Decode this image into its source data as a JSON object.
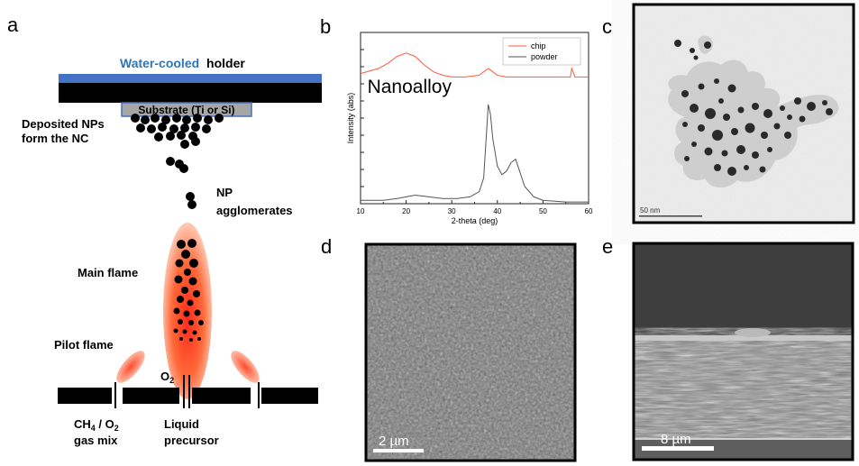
{
  "panels": {
    "a": "a",
    "b": "b",
    "c": "c",
    "d": "d",
    "e": "e"
  },
  "diagram": {
    "holder_prefix": "Water-cooled",
    "holder_suffix": "holder",
    "substrate": "Substrate (Ti or Si)",
    "deposited_line1": "Deposited NPs",
    "deposited_line2": "form the NC",
    "np_line1": "NP",
    "np_line2": "agglomerates",
    "main_flame": "Main flame",
    "pilot_flame": "Pilot flame",
    "o2_main": "O",
    "o2_sub": "2",
    "gas_ch": "CH",
    "gas_ch_sub": "4",
    "gas_mid": " / O",
    "gas_o_sub": "2",
    "gas_line2": "gas mix",
    "liquid_line1": "Liquid",
    "liquid_line2": "precursor",
    "colors": {
      "holder": "#4472c4",
      "holder_text": "#2e75b6",
      "flame_core": "#ff2a1a",
      "flame_edge": "#fde3d4"
    }
  },
  "chart_data": {
    "type": "line",
    "annotation": "Nanoalloy",
    "xlabel": "2-theta (deg)",
    "ylabel": "Intensity (abs)",
    "xlim": [
      10,
      60
    ],
    "xticks": [
      "10",
      "20",
      "30",
      "40",
      "50",
      "60"
    ],
    "legend_position": "top-right",
    "series": [
      {
        "name": "chip",
        "color": "#ff5a3c",
        "x": [
          10,
          14,
          16,
          18,
          20,
          22,
          24,
          26,
          28,
          30,
          33,
          36,
          37,
          38,
          39,
          40,
          42,
          45,
          50,
          55,
          56,
          56.3,
          57,
          60
        ],
        "y": [
          0.76,
          0.79,
          0.82,
          0.86,
          0.88,
          0.86,
          0.81,
          0.77,
          0.75,
          0.74,
          0.74,
          0.75,
          0.77,
          0.79,
          0.77,
          0.75,
          0.74,
          0.74,
          0.74,
          0.74,
          0.74,
          0.79,
          0.74,
          0.74
        ]
      },
      {
        "name": "powder",
        "color": "#555555",
        "x": [
          10,
          15,
          18,
          20,
          22,
          25,
          28,
          31,
          34,
          36,
          37,
          37.5,
          38,
          38.5,
          39,
          40,
          41,
          42,
          43,
          44,
          45,
          46,
          48,
          50,
          55,
          60
        ],
        "y": [
          0.02,
          0.02,
          0.03,
          0.04,
          0.05,
          0.04,
          0.03,
          0.03,
          0.04,
          0.07,
          0.15,
          0.36,
          0.58,
          0.52,
          0.38,
          0.22,
          0.17,
          0.19,
          0.24,
          0.26,
          0.18,
          0.1,
          0.04,
          0.02,
          0.01,
          0.01
        ]
      }
    ]
  },
  "micrographs": {
    "c_scale": "50 nm",
    "d_scale": "2 µm",
    "e_scale": "8 µm"
  }
}
